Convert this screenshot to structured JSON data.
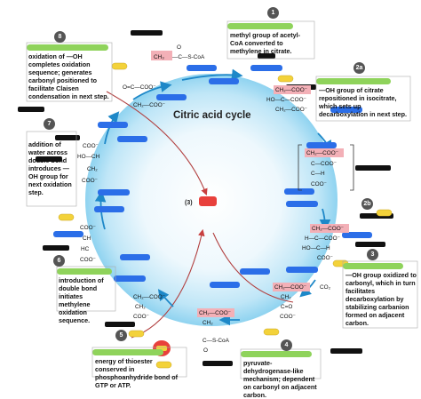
{
  "title": "Citric acid cycle",
  "center_label": "(3)",
  "colors": {
    "highlight_green": "#8fd35b",
    "pink_box": "#f3b0b7",
    "blue": "#2b6ee8",
    "yellow": "#f3d23a",
    "red": "#e8403c"
  },
  "steps": {
    "s1": {
      "number": "1",
      "note": "methyl group of acetyl-CoA converted to methylene in citrate."
    },
    "s2a": {
      "number": "2a",
      "note": "—OH group of citrate repositioned in isocitrate, which sets up decarboxylation in next step."
    },
    "s2b": {
      "number": "2b"
    },
    "s3": {
      "number": "3",
      "note": "—OH group oxidized to carbonyl, which in turn facilitates decarboxylation by stabilizing carbanion formed on adjacent carbon."
    },
    "s4": {
      "number": "4",
      "note": "pyruvate-dehydrogenase-like mechanism; dependent on carbonyl on adjacent carbon."
    },
    "s5": {
      "number": "5",
      "note": "energy of thioester conserved in phosphoanhydride bond of GTP or ATP."
    },
    "s6": {
      "number": "6",
      "note": "introduction of double bond initiates methylene oxidation sequence."
    },
    "s7": {
      "number": "7",
      "note": "addition of water across double bond introduces —OH group for next oxidation step."
    },
    "s8": {
      "number": "8",
      "note": "oxidation of —OH completes oxidation sequence; generates carbonyl positioned to facilitate Claisen condensation in next step."
    }
  },
  "chem": {
    "acetyl_coa": {
      "ch3": "CH₃",
      "rest": "—C—S-CoA",
      "o": "O"
    },
    "oxaloacetate": {
      "top": "O=C—COO⁻",
      "bottom": "CH₂—COO⁻"
    },
    "citrate": {
      "l1": "CH₂—COO⁻",
      "l2": "HO—C—COO⁻",
      "l3": "CH₂—COO⁻"
    },
    "cis_aconitate": {
      "l1": "CH₂—COO⁻",
      "l2": "C—COO⁻",
      "l3": "C—H",
      "l4": "COO⁻"
    },
    "isocitrate": {
      "l1": "CH₂—COO⁻",
      "l2": "H—C—COO⁻",
      "l3": "HO—C—H",
      "l4": "COO⁻"
    },
    "alpha_kg": {
      "l1": "CH₂—COO⁻",
      "l2": "CH₂",
      "l3": "C=O",
      "l4": "COO⁻",
      "co2": "CO₂"
    },
    "succinyl_coa": {
      "l1": "CH₂—COO⁻",
      "l2": "CH₂",
      "l3": "C—S-CoA",
      "l4": "O"
    },
    "succinate": {
      "l1": "CH₂—COO⁻",
      "l2": "CH₂",
      "l3": "COO⁻"
    },
    "fumarate": {
      "l1": "COO⁻",
      "l2": "CH",
      "l3": "HC",
      "l4": "COO⁻"
    },
    "malate": {
      "l1": "COO⁻",
      "l2": "HO—CH",
      "l3": "CH₂",
      "l4": "COO⁻"
    }
  }
}
